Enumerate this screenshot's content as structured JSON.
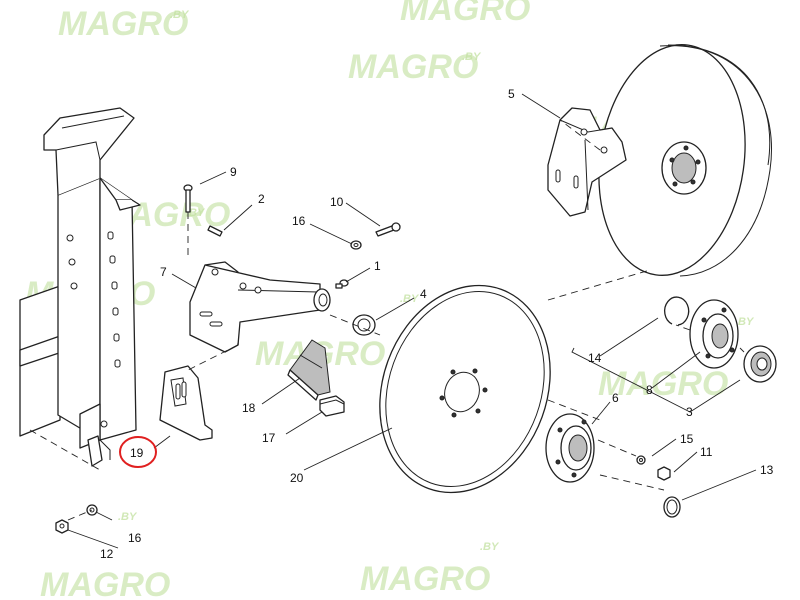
{
  "watermark": {
    "text": "MAGRO",
    "suffix": ".BY"
  },
  "callout_labels": {
    "l1": "1",
    "l2": "2",
    "l3": "3",
    "l4": "4",
    "l5": "5",
    "l6": "6",
    "l7": "7",
    "l8": "8",
    "l9": "9",
    "l10": "10",
    "l11": "11",
    "l12": "12",
    "l13": "13",
    "l14": "14",
    "l15": "15",
    "l16a": "16",
    "l16b": "16",
    "l17": "17",
    "l18": "18",
    "l19": "19",
    "l20": "20"
  },
  "highlight": {
    "part": "19",
    "color": "#e02020"
  },
  "colors": {
    "line": "#222222",
    "background": "#ffffff",
    "watermark": "#c6e3a6"
  }
}
